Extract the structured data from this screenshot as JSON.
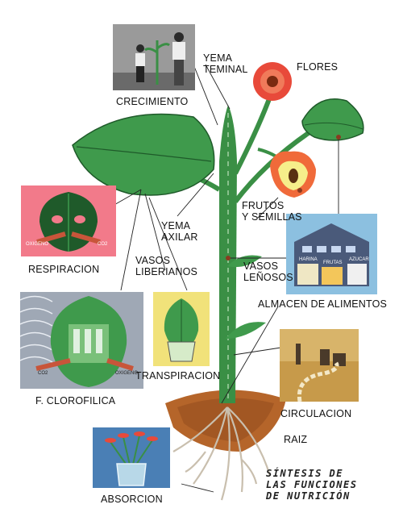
{
  "labels": {
    "yema_terminal_1": "YEMA",
    "yema_terminal_2": "TEMINAL",
    "flores": "FLORES",
    "crecimiento": "CRECIMIENTO",
    "frutos_1": "FRUTOS",
    "frutos_2": "Y SEMILLAS",
    "yema_axilar_1": "YEMA",
    "yema_axilar_2": "AXILAR",
    "respiracion": "RESPIRACION",
    "vasos_lib_1": "VASOS",
    "vasos_lib_2": "LIBERIANOS",
    "vasos_len_1": "VASOS",
    "vasos_len_2": "LEÑOSOS",
    "almacen": "ALMACEN DE ALIMENTOS",
    "transpiracion": "TRANSPIRACION",
    "f_clorofilica": "F. CLOROFILICA",
    "circulacion": "CIRCULACION",
    "raiz": "RAIZ",
    "absorcion": "ABSORCION"
  },
  "panel_text": {
    "oxigeno_left": "OXIGENO",
    "co2_right": "CO2",
    "harina": "HARINA",
    "frutas": "FRUTAS",
    "azucar": "AZUCAR",
    "co2_bottom": "CO2",
    "oxigeno_bottom": "OXIGENO"
  },
  "title": {
    "line1": "SÍNTESIS DE",
    "line2": "LAS FUNCIONES",
    "line3": "DE NUTRICIÓN"
  },
  "colors": {
    "leaf": "#3f9a4c",
    "leaf_dark": "#1f5a2a",
    "stem": "#3a8f45",
    "flower": "#e84a3a",
    "soil": "#b5652a",
    "respiracion_bg": "#f27a8a",
    "almacen_bg": "#8cc0e0",
    "transpiracion_bg": "#f1e27a",
    "clorofila_bg": "#9fa8b5",
    "circulacion_bg": "#c79a4a",
    "absorcion_bg": "#4a7fb5"
  }
}
